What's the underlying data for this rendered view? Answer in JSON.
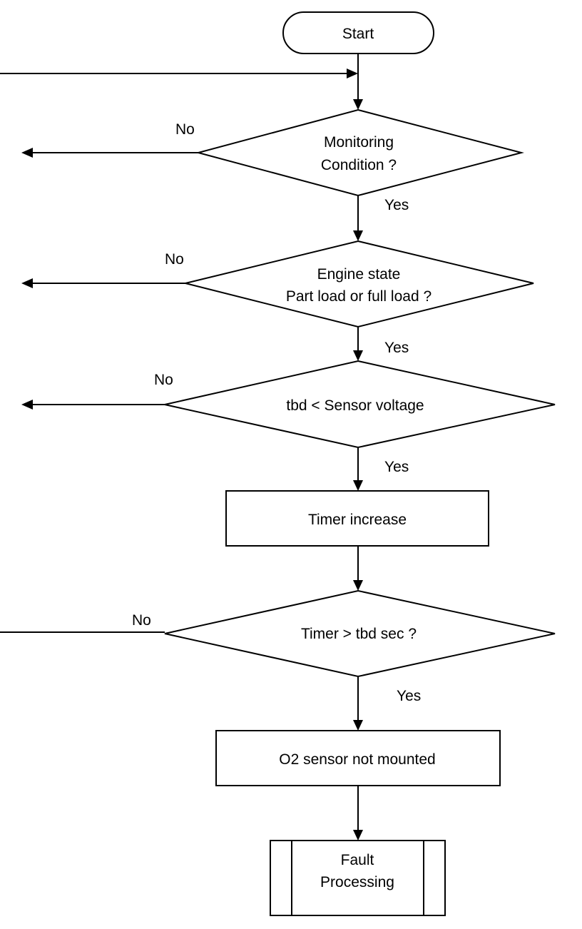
{
  "start": {
    "label": "Start"
  },
  "decisions": {
    "monitoring": {
      "line1": "Monitoring",
      "line2": "Condition ?"
    },
    "engine_state": {
      "line1": "Engine state",
      "line2": "Part load or full load ?"
    },
    "sensor_voltage": {
      "line1": "tbd < Sensor voltage"
    },
    "timer_check": {
      "line1": "Timer > tbd sec ?"
    }
  },
  "processes": {
    "timer_increase": {
      "label": "Timer increase"
    },
    "o2_not_mounted": {
      "label": "O2 sensor not mounted"
    },
    "fault_processing": {
      "line1": "Fault",
      "line2": "Processing"
    }
  },
  "branch_labels": {
    "no_1": "No",
    "yes_1": "Yes",
    "no_2": "No",
    "yes_2": "Yes",
    "no_3": "No",
    "yes_3": "Yes",
    "no_4": "No",
    "yes_4": "Yes"
  }
}
